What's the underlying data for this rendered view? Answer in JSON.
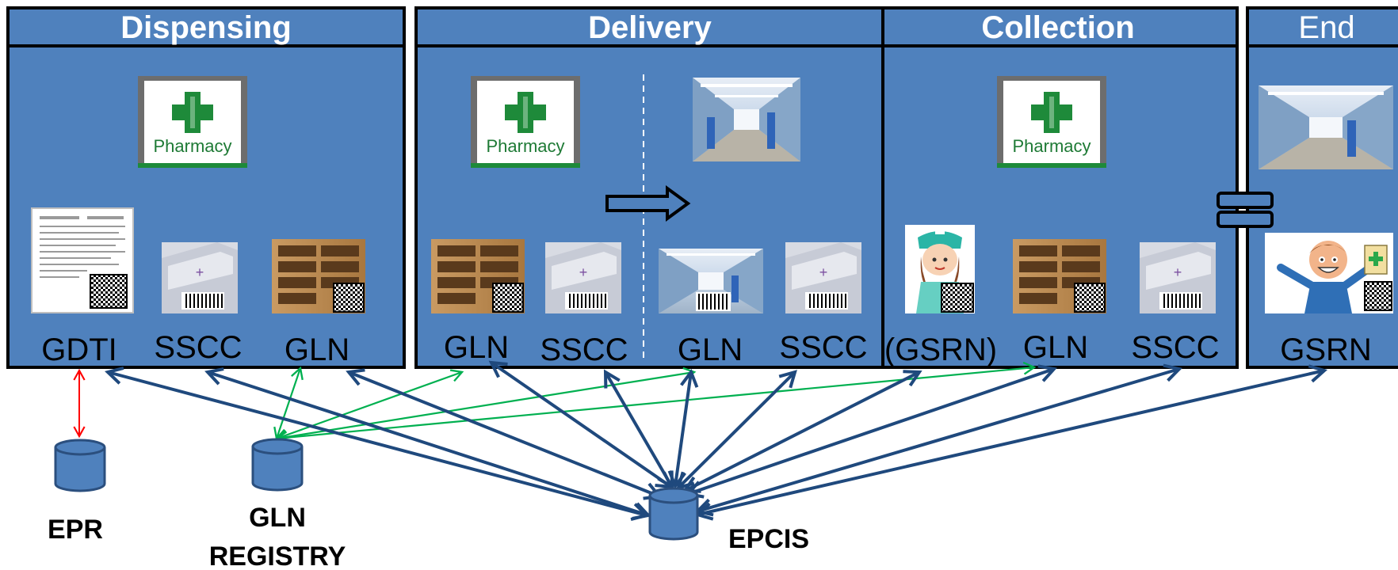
{
  "stages": [
    {
      "title": "Dispensing",
      "bold": true
    },
    {
      "title": "Delivery",
      "bold": true
    },
    {
      "title": "Collection",
      "bold": true
    },
    {
      "title": "End",
      "bold": false
    }
  ],
  "identifiers": {
    "dispensing": [
      "GDTI",
      "SSCC",
      "GLN"
    ],
    "delivery": [
      "GLN",
      "SSCC",
      "GLN",
      "SSCC"
    ],
    "collection": [
      "(GSRN)",
      "GLN",
      "SSCC"
    ],
    "end": [
      "GSRN"
    ]
  },
  "pharmacy_sign": "Pharmacy",
  "databases": {
    "epr": "EPR",
    "gln_registry_line1": "GLN",
    "gln_registry_line2": "REGISTRY",
    "epcis": "EPCIS"
  },
  "colors": {
    "panel_fill": "#4f81bd",
    "panel_border": "#000000",
    "epcis_arrow": "#1f497d",
    "registry_arrow": "#00b050",
    "epr_arrow": "#ff0000",
    "pharmacy_green": "#1e8a3a"
  },
  "connections": {
    "epcis_targets": [
      "dispensing.GDTI",
      "dispensing.SSCC",
      "dispensing.GLN",
      "delivery.GLN",
      "delivery.SSCC",
      "delivery.GLN",
      "delivery.SSCC",
      "collection.(GSRN)",
      "collection.GLN",
      "collection.SSCC",
      "end.GSRN"
    ],
    "gln_registry_targets": [
      "dispensing.GLN",
      "delivery.GLN",
      "delivery.GLN",
      "collection.GLN"
    ],
    "epr_targets": [
      "dispensing.GDTI"
    ]
  }
}
